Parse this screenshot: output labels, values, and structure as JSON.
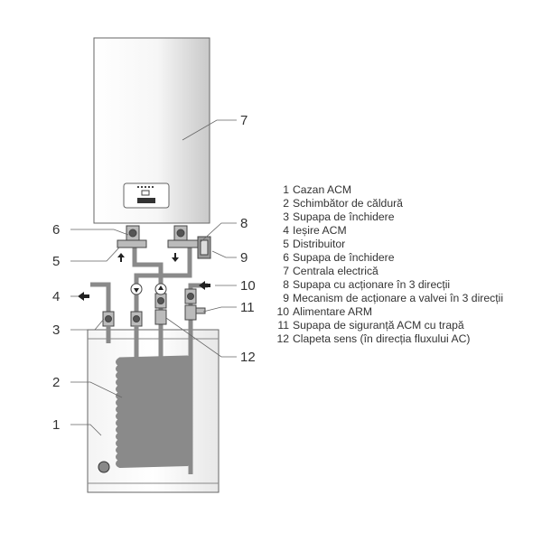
{
  "callouts": [
    "1",
    "2",
    "3",
    "4",
    "5",
    "6",
    "7",
    "8",
    "9",
    "10",
    "11",
    "12"
  ],
  "legend": [
    {
      "num": "1",
      "text": "Cazan ACM"
    },
    {
      "num": "2",
      "text": "Schimbător de căldură"
    },
    {
      "num": "3",
      "text": "Supapa de închidere"
    },
    {
      "num": "4",
      "text": "Ieșire ACM"
    },
    {
      "num": "5",
      "text": "Distribuitor"
    },
    {
      "num": "6",
      "text": "Supapa de închidere"
    },
    {
      "num": "7",
      "text": "Centrala electrică"
    },
    {
      "num": "8",
      "text": "Supapa cu acționare în 3 direcții"
    },
    {
      "num": "9",
      "text": "Mecanism de acționare a valvei în 3 direcții"
    },
    {
      "num": "10",
      "text": "Alimentare ARM"
    },
    {
      "num": "11",
      "text": "Supapa de siguranță ACM cu trapă"
    },
    {
      "num": "12",
      "text": "Clapeta sens (în direcția fluxului AC)"
    }
  ],
  "colors": {
    "pipe": "#8a8a8a",
    "outline": "#555555",
    "text": "#333333"
  }
}
